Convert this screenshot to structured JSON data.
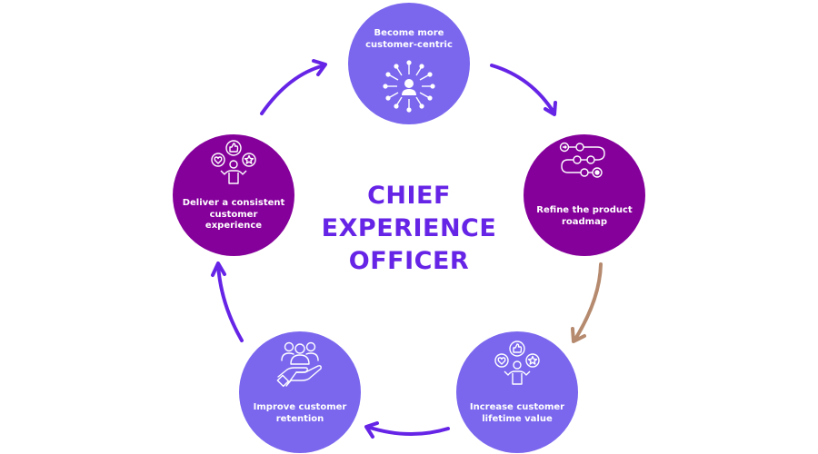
{
  "title": {
    "lines": [
      "CHIEF",
      "EXPERIENCE",
      "OFFICER"
    ],
    "color": "#6624e6"
  },
  "colors": {
    "light_node": "#7a67ee",
    "dark_node": "#85009b",
    "arrow_primary": "#6624e6",
    "arrow_accent": "#b58a6e",
    "icon_stroke": "#ffffff"
  },
  "nodes": [
    {
      "id": "customer-centric",
      "label_lines": [
        "Become more",
        "customer-centric"
      ],
      "icon": "network-person-icon",
      "style": "light"
    },
    {
      "id": "product-roadmap",
      "label_lines": [
        "Refine the product",
        "roadmap"
      ],
      "icon": "roadmap-path-icon",
      "style": "dark"
    },
    {
      "id": "lifetime-value",
      "label_lines": [
        "Increase customer",
        "lifetime value"
      ],
      "icon": "juggling-feedback-icon",
      "style": "light"
    },
    {
      "id": "retention",
      "label_lines": [
        "Improve customer",
        "retention"
      ],
      "icon": "hand-holding-people-icon",
      "style": "light"
    },
    {
      "id": "consistent-experience",
      "label_lines": [
        "Deliver a consistent",
        "customer",
        "experience"
      ],
      "icon": "juggling-feedback-icon",
      "style": "dark"
    }
  ],
  "arrows": [
    {
      "from": "consistent-experience",
      "to": "customer-centric",
      "color": "primary"
    },
    {
      "from": "customer-centric",
      "to": "product-roadmap",
      "color": "primary"
    },
    {
      "from": "product-roadmap",
      "to": "lifetime-value",
      "color": "accent"
    },
    {
      "from": "lifetime-value",
      "to": "retention",
      "color": "primary"
    },
    {
      "from": "retention",
      "to": "consistent-experience",
      "color": "primary"
    }
  ]
}
